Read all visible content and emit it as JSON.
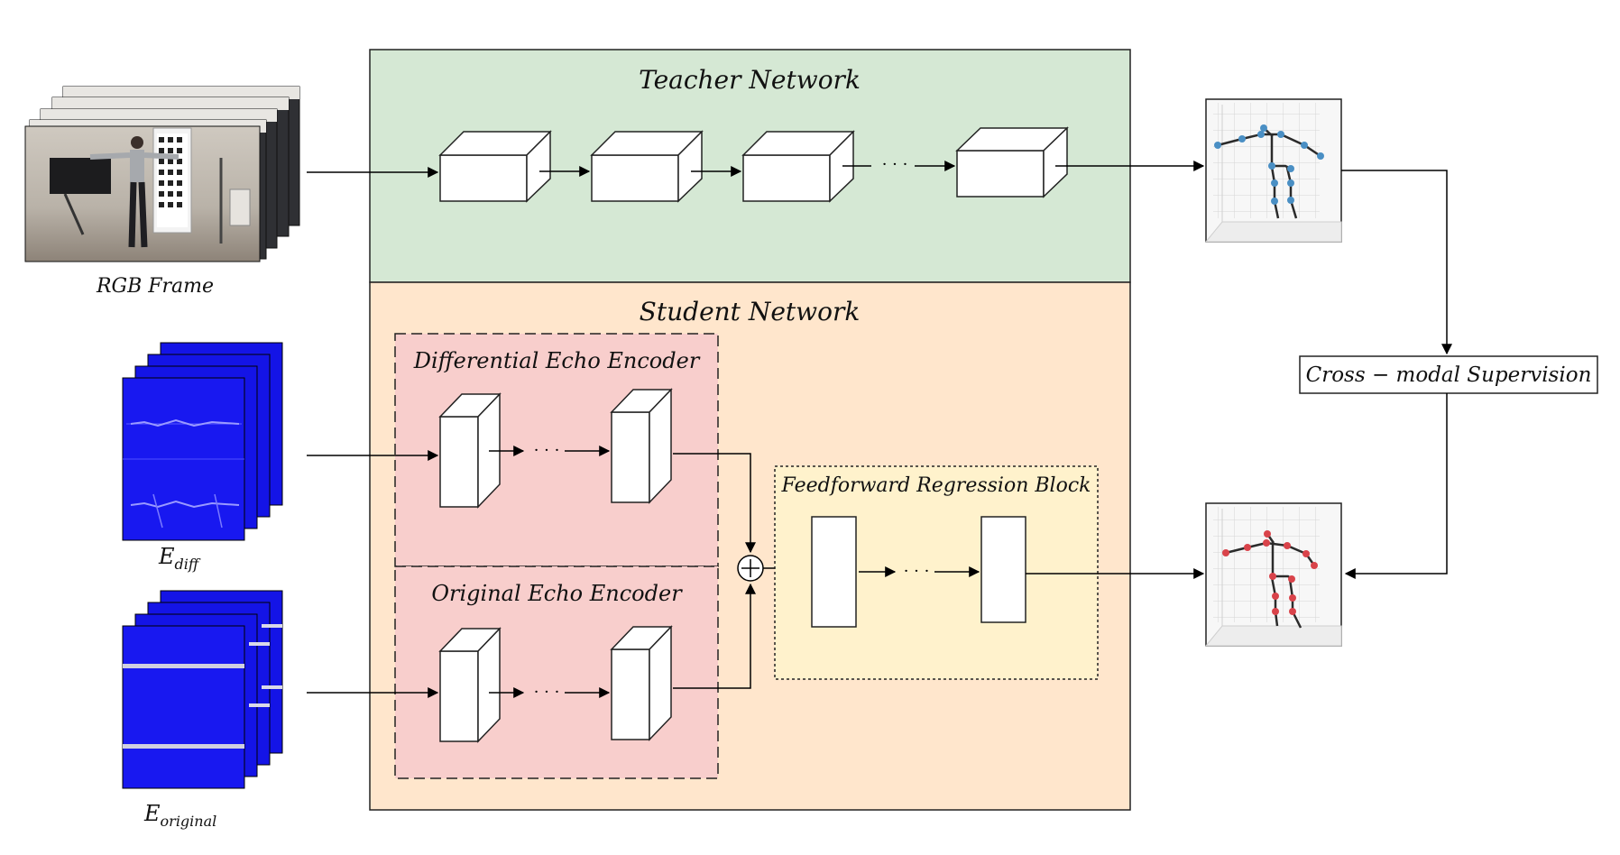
{
  "teacher": {
    "title": "Teacher Network"
  },
  "student": {
    "title": "Student Network"
  },
  "encoders": {
    "diff_title": "Differential Echo Encoder",
    "orig_title": "Original Echo Encoder"
  },
  "regression": {
    "title": "Feedforward Regression Block"
  },
  "supervision": {
    "label": "Cross − modal Supervision"
  },
  "inputs": {
    "rgb_label": "RGB Frame",
    "ediff": {
      "base": "E",
      "sub": "diff"
    },
    "eorig": {
      "base": "E",
      "sub": "original"
    }
  },
  "ellipsis": "· · ·",
  "colors": {
    "teacher_bg": "#d5e8d4",
    "student_bg": "#ffe6cc",
    "encoder_bg": "#f8cecc",
    "regression_bg": "#fff2cc",
    "spectrogram_blue": "#1414e6",
    "teacher_joint": "#4a8fc4",
    "student_joint": "#d9434a"
  },
  "icons": {
    "rgb_frames": "photo-stack-icon",
    "ediff_stack": "spectrogram-stack-icon",
    "eorig_stack": "spectrogram-stack-icon",
    "teacher_pose": "3d-skeleton-icon",
    "student_pose": "3d-skeleton-icon",
    "sum_node": "circled-plus-icon"
  }
}
